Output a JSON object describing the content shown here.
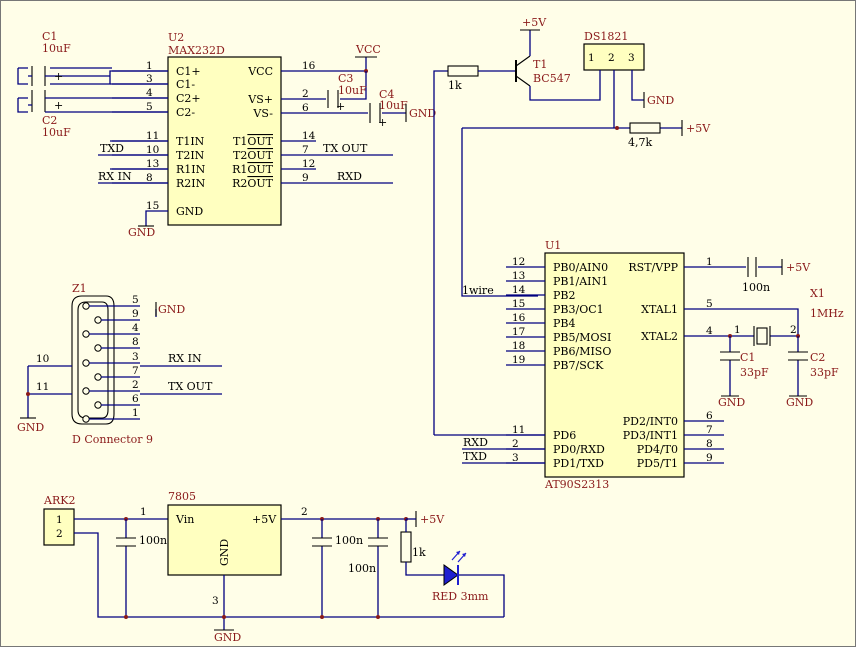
{
  "power": {
    "vcc": "VCC",
    "gnd": "GND",
    "p5v": "+5V"
  },
  "u2": {
    "ref": "U2",
    "part": "MAX232D",
    "lpins": [
      {
        "num": "1",
        "name": "C1+"
      },
      {
        "num": "3",
        "name": "C1-"
      },
      {
        "num": "4",
        "name": "C2+"
      },
      {
        "num": "5",
        "name": "C2-"
      },
      {
        "num": "11",
        "name": "T1IN"
      },
      {
        "num": "10",
        "name": "T2IN"
      },
      {
        "num": "13",
        "name": "R1IN"
      },
      {
        "num": "8",
        "name": "R2IN"
      },
      {
        "num": "15",
        "name": "GND"
      }
    ],
    "rpins": [
      {
        "num": "16",
        "name": "VCC"
      },
      {
        "num": "2",
        "name": "VS+"
      },
      {
        "num": "6",
        "name": "VS-"
      },
      {
        "num": "14",
        "name": "T1OUT"
      },
      {
        "num": "7",
        "name": "T2OUT"
      },
      {
        "num": "12",
        "name": "R1OUT"
      },
      {
        "num": "9",
        "name": "R2OUT"
      }
    ]
  },
  "caps": {
    "c1": {
      "ref": "C1",
      "val": "10uF"
    },
    "c2": {
      "ref": "C2",
      "val": "10uF"
    },
    "c3": {
      "ref": "C3",
      "val": "10uF"
    },
    "c4": {
      "ref": "C4",
      "val": "10uF"
    },
    "pol": "+"
  },
  "nets": {
    "txd": "TXD",
    "rxin": "RX IN",
    "txout": "TX OUT",
    "rxd": "RXD",
    "onewire": "1wire"
  },
  "t1": {
    "ref": "T1",
    "part": "BC547"
  },
  "r1k": {
    "val": "1k"
  },
  "ds": {
    "ref": "DS1821",
    "pins": [
      "1",
      "2",
      "3"
    ]
  },
  "r47": {
    "val": "4,7k"
  },
  "u1": {
    "ref": "U1",
    "part": "AT90S2313",
    "lpins": [
      {
        "num": "12",
        "name": "PB0/AIN0"
      },
      {
        "num": "13",
        "name": "PB1/AIN1"
      },
      {
        "num": "14",
        "name": "PB2"
      },
      {
        "num": "15",
        "name": "PB3/OC1"
      },
      {
        "num": "16",
        "name": "PB4"
      },
      {
        "num": "17",
        "name": "PB5/MOSI"
      },
      {
        "num": "18",
        "name": "PB6/MISO"
      },
      {
        "num": "19",
        "name": "PB7/SCK"
      },
      {
        "num": "11",
        "name": "PD6"
      },
      {
        "num": "2",
        "name": "PD0/RXD"
      },
      {
        "num": "3",
        "name": "PD1/TXD"
      }
    ],
    "rpins": [
      {
        "num": "1",
        "name": "RST/VPP"
      },
      {
        "num": "5",
        "name": "XTAL1"
      },
      {
        "num": "4",
        "name": "XTAL2"
      },
      {
        "num": "6",
        "name": "PD2/INT0"
      },
      {
        "num": "7",
        "name": "PD3/INT1"
      },
      {
        "num": "8",
        "name": "PD4/T0"
      },
      {
        "num": "9",
        "name": "PD5/T1"
      }
    ]
  },
  "rst_cap": {
    "val": "100n"
  },
  "x1": {
    "ref": "X1",
    "val": "1MHz",
    "p1": "1",
    "p2": "2"
  },
  "xc1": {
    "ref": "C1",
    "val": "33pF"
  },
  "xc2": {
    "ref": "C2",
    "val": "33pF"
  },
  "z1": {
    "ref": "Z1",
    "name": "D Connector 9",
    "pins": [
      "5",
      "9",
      "4",
      "8",
      "3",
      "7",
      "2",
      "6",
      "1"
    ],
    "shield": [
      "10",
      "11"
    ]
  },
  "ark": {
    "ref": "ARK2",
    "pins": [
      "1",
      "2"
    ]
  },
  "reg": {
    "ref": "7805",
    "vin": "Vin",
    "vout": "+5V",
    "gnd": "GND",
    "p1": "1",
    "p2": "2",
    "p3": "3"
  },
  "pcaps": {
    "c_in": "100n",
    "c_out1": "100n",
    "c_out2": "100n"
  },
  "led": {
    "r": "1k",
    "name": "RED 3mm"
  }
}
